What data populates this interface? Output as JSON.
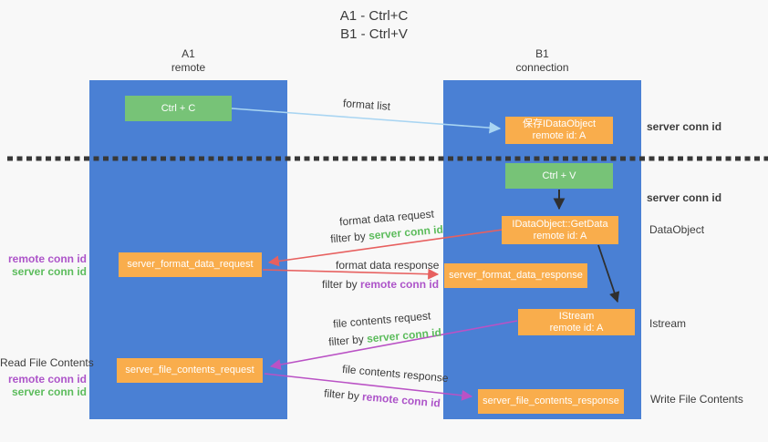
{
  "title": {
    "line1": "A1 - Ctrl+C",
    "line2": "B1 - Ctrl+V"
  },
  "lifelines": {
    "left": {
      "name": "A1",
      "role": "remote"
    },
    "right": {
      "name": "B1",
      "role": "connection"
    }
  },
  "nodes": {
    "ctrl_c": {
      "label": "Ctrl + C"
    },
    "ctrl_v": {
      "label": "Ctrl + V"
    },
    "save_idataobject": {
      "line1": "保存IDataObject",
      "line2": "remote id: A"
    },
    "idataobject_getdata": {
      "line1": "IDataObject::GetData",
      "line2": "remote id: A"
    },
    "istream": {
      "line1": "IStream",
      "line2": "remote id: A"
    },
    "server_format_data_request": {
      "label": "server_format_data_request"
    },
    "server_format_data_response": {
      "label": "server_format_data_response"
    },
    "server_file_contents_request": {
      "label": "server_file_contents_request"
    },
    "server_file_contents_response": {
      "label": "server_file_contents_response"
    }
  },
  "arrow_labels": {
    "format_list": "format list",
    "format_data_request": "format data request",
    "format_data_response": "format data response",
    "file_contents_request": "file contents request",
    "file_contents_response": "file contents response",
    "filter_by": "filter by",
    "server_conn_id": "server conn id",
    "remote_conn_id": "remote conn id"
  },
  "side_labels": {
    "server_conn_id_top": "server conn id",
    "server_conn_id_mid": "server conn id",
    "dataobject": "DataObject",
    "istream": "Istream",
    "write_file_contents": "Write File Contents",
    "read_file_contents": "Read File Contents",
    "remote_conn_id": "remote conn id",
    "server_conn_id": "server conn id"
  },
  "colors": {
    "lifeline_blue": "#4a80d4",
    "box_orange": "#f9ad4c",
    "box_green": "#77c377",
    "text_green": "#5cbc5c",
    "text_purple": "#ad54c9",
    "arrow_red": "#e7605f",
    "arrow_magenta": "#ba52c5",
    "arrow_lightblue": "#a9d5f2",
    "arrow_black": "#2f2f2f",
    "divider_dark": "#383838",
    "background": "#f8f8f8"
  }
}
